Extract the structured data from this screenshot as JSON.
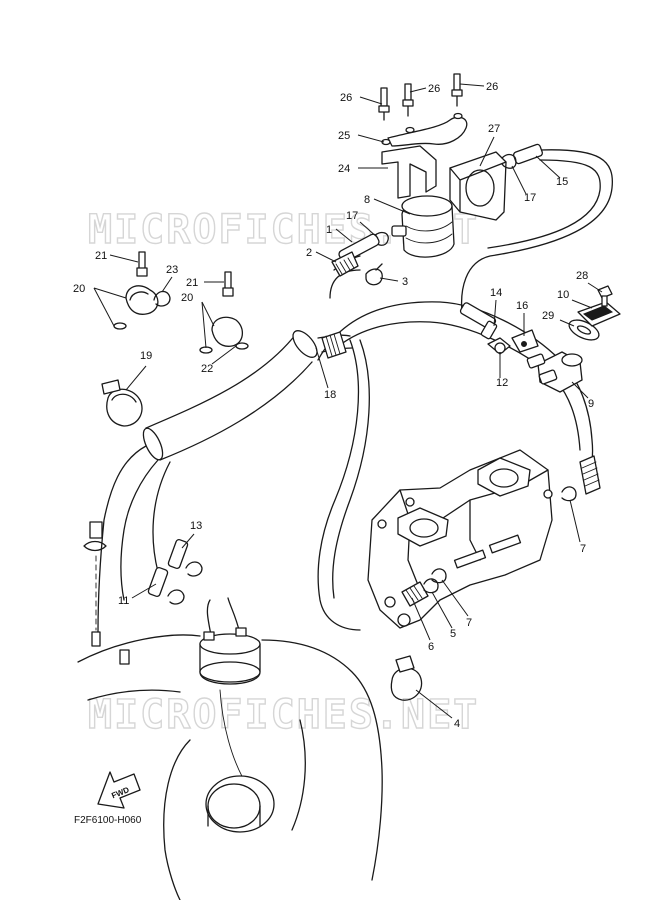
{
  "diagram_code": "F2F6100-H060",
  "watermark": "MICROFICHES.NET",
  "direction_label": "FWD",
  "callouts": [
    {
      "key": "c26a",
      "label": "26"
    },
    {
      "key": "c26b",
      "label": "26"
    },
    {
      "key": "c26c",
      "label": "26"
    },
    {
      "key": "c25",
      "label": "25"
    },
    {
      "key": "c27",
      "label": "27"
    },
    {
      "key": "c24",
      "label": "24"
    },
    {
      "key": "c15",
      "label": "15"
    },
    {
      "key": "c17a",
      "label": "17"
    },
    {
      "key": "c8",
      "label": "8"
    },
    {
      "key": "c17b",
      "label": "17"
    },
    {
      "key": "c1",
      "label": "1"
    },
    {
      "key": "c21a",
      "label": "21"
    },
    {
      "key": "c2",
      "label": "2"
    },
    {
      "key": "c23",
      "label": "23"
    },
    {
      "key": "c3",
      "label": "3"
    },
    {
      "key": "c28",
      "label": "28"
    },
    {
      "key": "c20a",
      "label": "20"
    },
    {
      "key": "c21b",
      "label": "21"
    },
    {
      "key": "c14",
      "label": "14"
    },
    {
      "key": "c16",
      "label": "16"
    },
    {
      "key": "c10",
      "label": "10"
    },
    {
      "key": "c20b",
      "label": "20"
    },
    {
      "key": "c29",
      "label": "29"
    },
    {
      "key": "c22",
      "label": "22"
    },
    {
      "key": "c12",
      "label": "12"
    },
    {
      "key": "c19",
      "label": "19"
    },
    {
      "key": "c9",
      "label": "9"
    },
    {
      "key": "c18",
      "label": "18"
    },
    {
      "key": "c7a",
      "label": "7"
    },
    {
      "key": "c13",
      "label": "13"
    },
    {
      "key": "c11",
      "label": "11"
    },
    {
      "key": "c7b",
      "label": "7"
    },
    {
      "key": "c5",
      "label": "5"
    },
    {
      "key": "c6",
      "label": "6"
    },
    {
      "key": "c4",
      "label": "4"
    }
  ]
}
